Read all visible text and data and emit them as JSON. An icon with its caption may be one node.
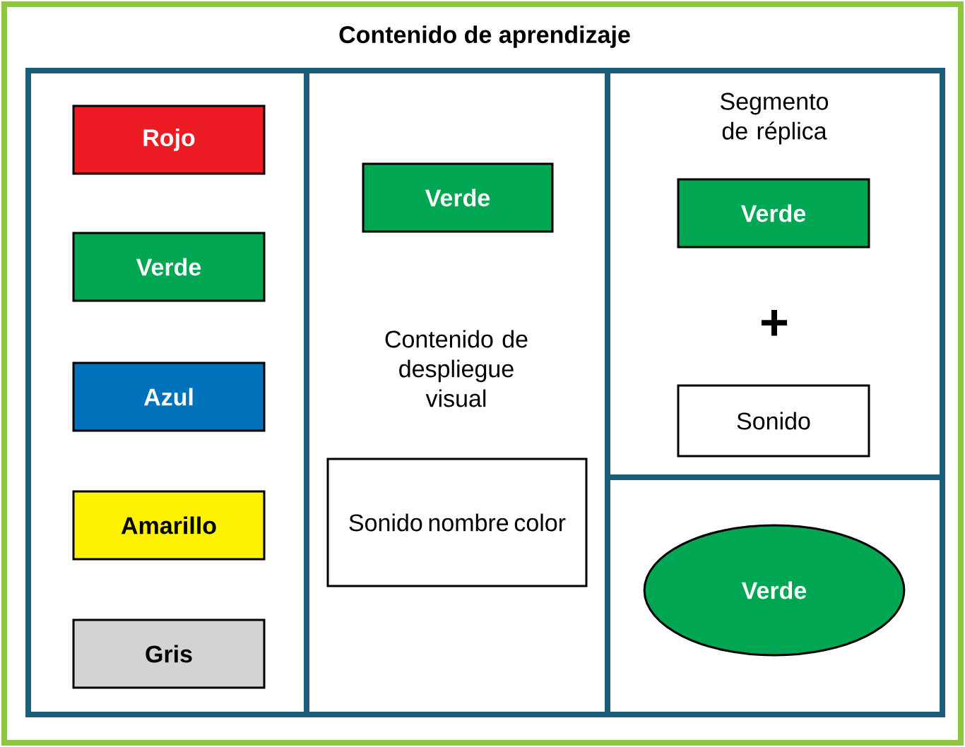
{
  "diagram": {
    "title": "Contenido de aprendizaje",
    "nodes": [
      {
        "text": [],
        "shape": "box"
      },
      {
        "text": [],
        "shape": "box",
        "in": 0
      },
      {
        "text": [],
        "shape": "box",
        "in": 1
      },
      {
        "text": [
          "Rojo"
        ],
        "in": 2
      },
      {
        "text": [
          "Verde"
        ],
        "in": 2
      },
      {
        "text": [
          "Azul"
        ],
        "in": 2
      },
      {
        "text": [
          "Amarillo"
        ],
        "in": 2
      },
      {
        "text": [
          "Gris"
        ],
        "in": 2
      },
      {
        "text": [
          "Contenido de despliegue visual"
        ],
        "in": 1
      },
      {
        "text": [
          "Verde"
        ],
        "in": 8
      },
      {
        "text": [
          "Sonido nombre color"
        ],
        "in": 8
      },
      {
        "text": [
          "Segmento de réplica"
        ],
        "in": 1
      },
      {
        "text": [
          "Verde"
        ],
        "in": 11
      },
      {
        "text": [
          "Sonido"
        ],
        "in": 11
      },
      {
        "text": [],
        "shape": "box",
        "in": 1
      },
      {
        "text": [
          "Verde"
        ],
        "in": 14
      }
    ],
    "edges": [],
    "labels": [
      "+"
    ]
  }
}
